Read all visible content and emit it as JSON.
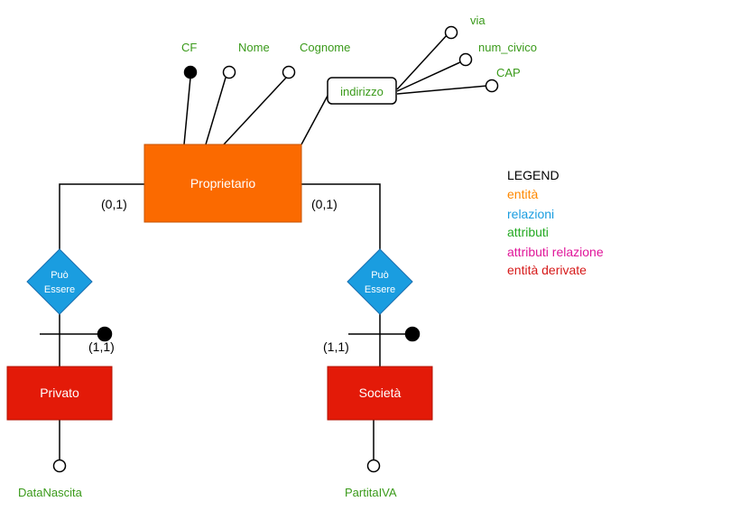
{
  "colors": {
    "entity": "#fb6a00",
    "entity_stroke": "#c75400",
    "derived": "#e31a08",
    "derived_stroke": "#b31000",
    "relation": "#1a9de0",
    "relation_stroke": "#1a6fb0",
    "attribute_text": "#3a9a1a",
    "line": "#000000",
    "legend_title": "#000000",
    "legend_entity": "#ff8800",
    "legend_relation": "#1a9de0",
    "legend_attribute": "#22aa22",
    "legend_rel_attribute": "#e0169a",
    "legend_derived": "#d61a1a"
  },
  "entities": {
    "proprietario": "Proprietario",
    "privato": "Privato",
    "societa": "Società"
  },
  "relations": {
    "left": {
      "line1": "Può",
      "line2": "Essere"
    },
    "right": {
      "line1": "Può",
      "line2": "Essere"
    }
  },
  "attributes": {
    "cf": "CF",
    "nome": "Nome",
    "cognome": "Cognome",
    "indirizzo": "indirizzo",
    "via": "via",
    "num_civico": "num_civico",
    "cap": "CAP",
    "data_nascita": "DataNascita",
    "partita_iva": "PartitaIVA"
  },
  "cardinalities": {
    "proprietario_left": "(0,1)",
    "proprietario_right": "(0,1)",
    "privato": "(1,1)",
    "societa": "(1,1)"
  },
  "legend": {
    "title": "LEGEND",
    "entity": "entità",
    "relation": "relazioni",
    "attribute": "attributi",
    "rel_attribute": "attributi relazione",
    "derived": "entità derivate"
  }
}
